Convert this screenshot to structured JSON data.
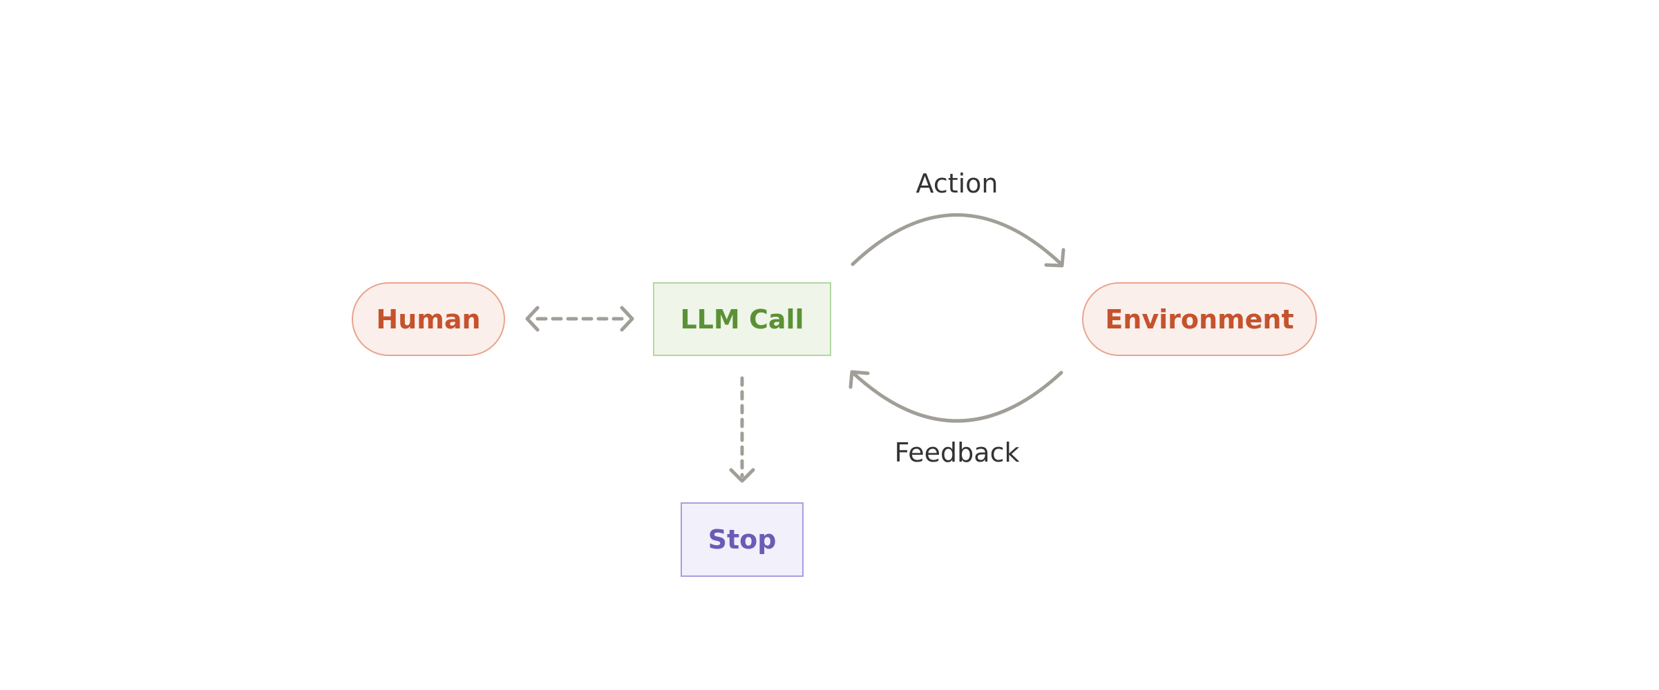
{
  "nodes": {
    "human": "Human",
    "llm_call": "LLM Call",
    "environment": "Environment",
    "stop": "Stop"
  },
  "edges": {
    "action": "Action",
    "feedback": "Feedback"
  },
  "colors": {
    "terminal_text": "#c4532d",
    "terminal_fill": "#fbefeb",
    "terminal_border": "#e9a48c",
    "llm_text": "#5b9135",
    "llm_fill": "#eff5e9",
    "llm_border": "#b1d89f",
    "stop_text": "#6a5cb6",
    "stop_fill": "#f1f0fb",
    "stop_border": "#a99fe0",
    "arrow": "#a09e96"
  }
}
